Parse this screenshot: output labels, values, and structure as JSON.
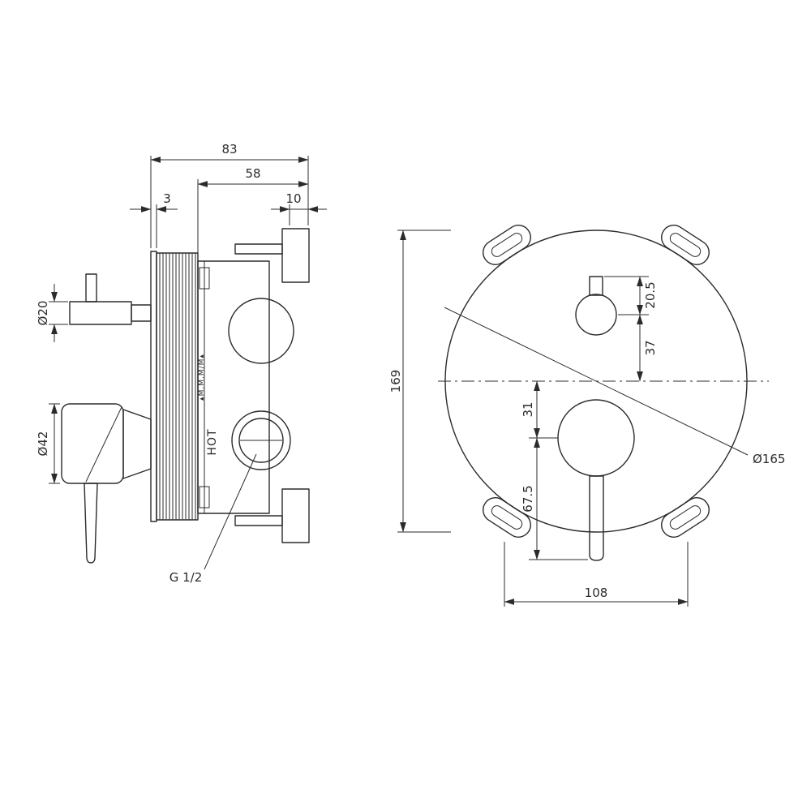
{
  "colors": {
    "line": "#2b2b2b",
    "background": "#ffffff"
  },
  "side_view": {
    "dim_overall_depth": "83",
    "dim_body_depth": "58",
    "dim_plate_thickness": "3",
    "dim_bracket_depth": "10",
    "dim_top_handle_diameter": "Ø20",
    "dim_bottom_handle_diameter": "Ø42",
    "label_thread": "G 1/2",
    "label_hot": "HOT",
    "label_marks": "▴M.M.M/M▴"
  },
  "front_view": {
    "dim_overall_height": "169",
    "dim_stem_length": "20.5",
    "dim_knob_to_centerline": "37",
    "dim_centerline_to_handle": "31",
    "dim_handle_to_lever_end": "67.5",
    "dim_plate_diameter": "Ø165",
    "dim_mount_spacing": "108"
  }
}
